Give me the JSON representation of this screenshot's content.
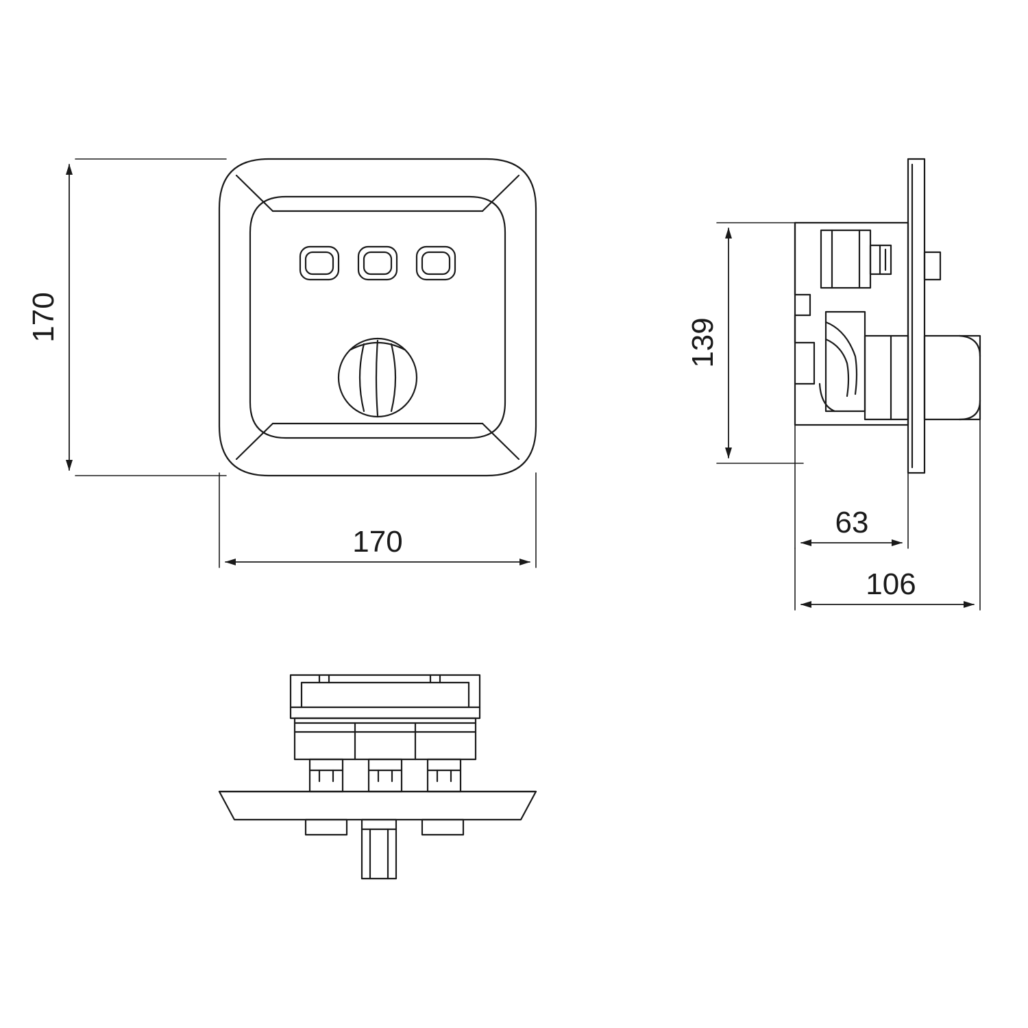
{
  "drawing": {
    "title": "Technical dimension drawing - concealed shower mixer trim",
    "background_color": "#ffffff",
    "line_color": "#1a1a1a",
    "dimension_text_color": "#1a1a1a",
    "units": "mm"
  },
  "views": {
    "front": {
      "name": "front-view",
      "dimensions": {
        "height": "170",
        "width": "170"
      },
      "controls": {
        "buttons": [
          "button-left",
          "button-center",
          "button-right"
        ],
        "knob": "control-knob"
      }
    },
    "side": {
      "name": "side-view",
      "dimensions": {
        "height": "139",
        "depth_inner": "63",
        "depth_total": "106"
      }
    },
    "top": {
      "name": "top-view",
      "dimensions": {}
    }
  },
  "dimension_labels": {
    "front_height": "170",
    "front_width": "170",
    "side_height": "139",
    "side_depth_inner": "63",
    "side_depth_total": "106"
  }
}
